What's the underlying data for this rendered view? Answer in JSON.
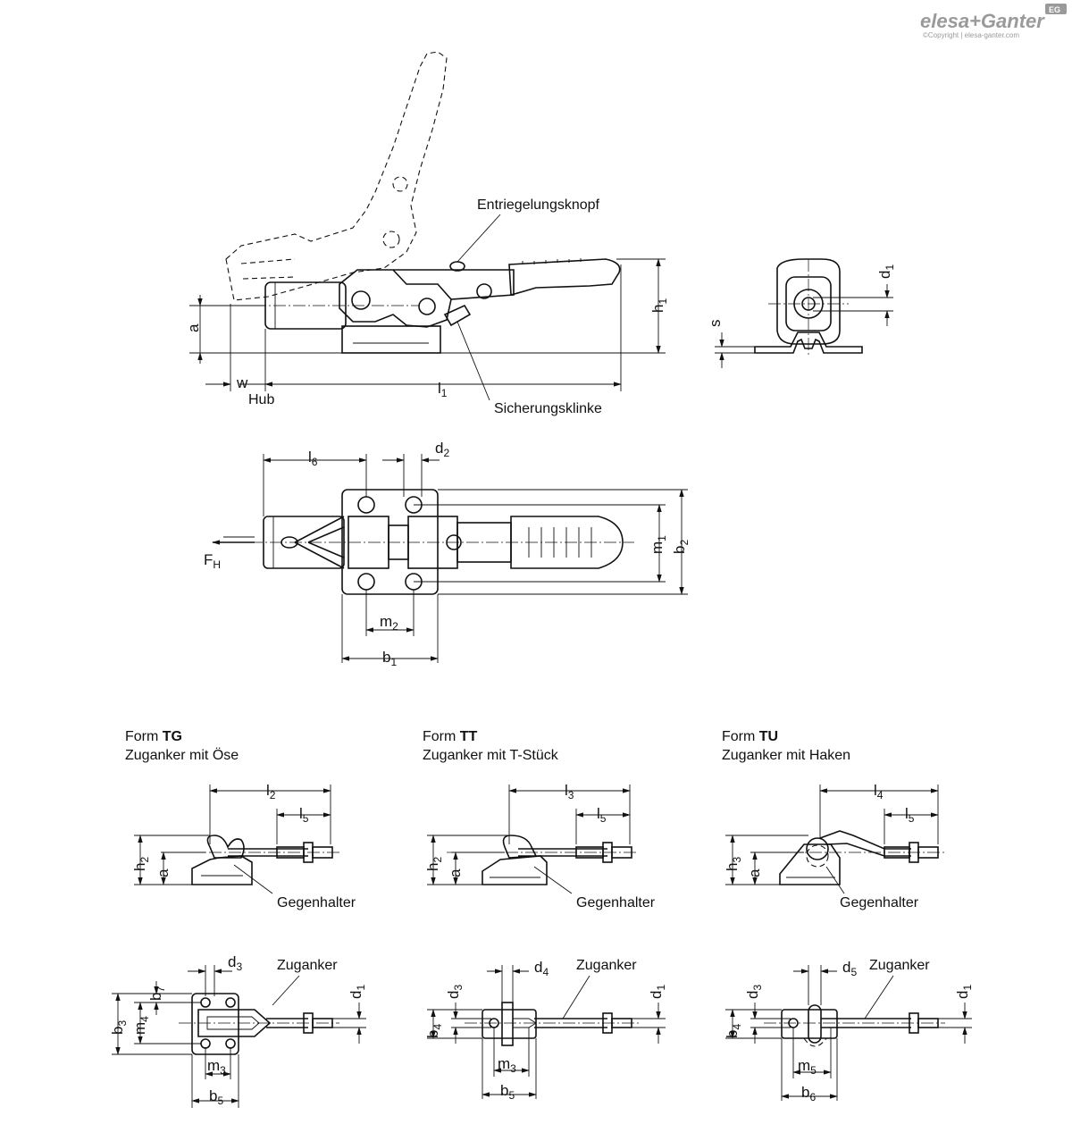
{
  "brand": {
    "name": "elesa+Ganter",
    "copyright": "©Copyright | elesa-ganter.com",
    "badge": "EG"
  },
  "callouts": {
    "release_button": "Entriegelungsknopf",
    "safety_catch": "Sicherungsklinke",
    "hub": "Hub"
  },
  "dims": {
    "a": "a",
    "w": "w",
    "l1": "l",
    "l1_sub": "1",
    "h1": "h",
    "h1_sub": "1",
    "s": "s",
    "d1": "d",
    "d1_sub": "1",
    "l6": "l",
    "l6_sub": "6",
    "d2": "d",
    "d2_sub": "2",
    "m1": "m",
    "m1_sub": "1",
    "b2": "b",
    "b2_sub": "2",
    "m2": "m",
    "m2_sub": "2",
    "b1": "b",
    "b1_sub": "1",
    "fh": "F",
    "fh_sub": "H"
  },
  "forms": [
    {
      "prefix": "Form ",
      "code": "TG",
      "desc": "Zuganker mit Öse",
      "l_main": "l",
      "l_main_sub": "2",
      "l5": "l",
      "l5_sub": "5",
      "h": "h",
      "h_sub": "2",
      "a": "a",
      "counter": "Gegenhalter",
      "anchor": "Zuganker",
      "d_top": "d",
      "d_top_sub": "3",
      "d1": "d",
      "d1_sub": "1",
      "b_left": "b",
      "b_left_sub": "3",
      "m_left": "m",
      "m_left_sub": "4",
      "b7": "b",
      "b7_sub": "7",
      "m_bot": "m",
      "m_bot_sub": "3",
      "b_bot": "b",
      "b_bot_sub": "5"
    },
    {
      "prefix": "Form ",
      "code": "TT",
      "desc": "Zuganker mit T-Stück",
      "l_main": "l",
      "l_main_sub": "3",
      "l5": "l",
      "l5_sub": "5",
      "h": "h",
      "h_sub": "2",
      "a": "a",
      "counter": "Gegenhalter",
      "anchor": "Zuganker",
      "d_top": "d",
      "d_top_sub": "4",
      "d3": "d",
      "d3_sub": "3",
      "d1": "d",
      "d1_sub": "1",
      "b_left": "b",
      "b_left_sub": "4",
      "m_bot": "m",
      "m_bot_sub": "3",
      "b_bot": "b",
      "b_bot_sub": "5"
    },
    {
      "prefix": "Form ",
      "code": "TU",
      "desc": "Zuganker mit Haken",
      "l_main": "l",
      "l_main_sub": "4",
      "l5": "l",
      "l5_sub": "5",
      "h": "h",
      "h_sub": "3",
      "a": "a",
      "counter": "Gegenhalter",
      "anchor": "Zuganker",
      "d_top": "d",
      "d_top_sub": "5",
      "d3": "d",
      "d3_sub": "3",
      "d1": "d",
      "d1_sub": "1",
      "b_left": "b",
      "b_left_sub": "4",
      "m_bot": "m",
      "m_bot_sub": "5",
      "b_bot": "b",
      "b_bot_sub": "6"
    }
  ]
}
